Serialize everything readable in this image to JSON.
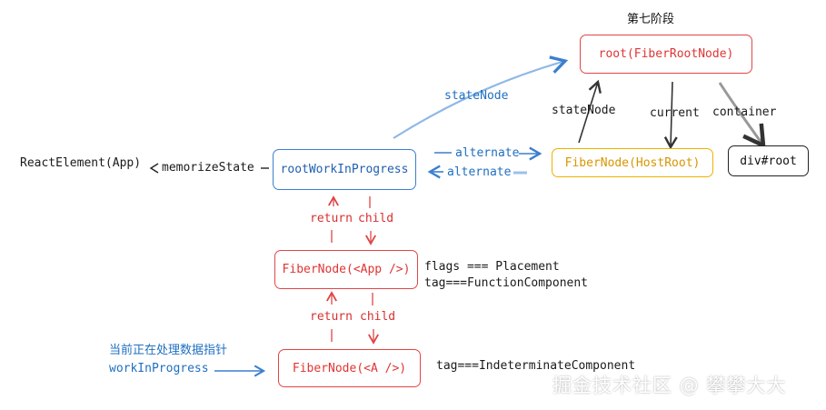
{
  "stage_title": "第七阶段",
  "nodes": {
    "root": "root(FiberRootNode)",
    "host_root": "FiberNode(HostRoot)",
    "div_root": "div#root",
    "work_in_progress": "rootWorkInProgress",
    "app": "FiberNode(<App />)",
    "a": "FiberNode(<A />)",
    "react_element": "ReactElement(App)"
  },
  "edges": {
    "state_node_blue": "stateNode",
    "state_node": "stateNode",
    "current": "current",
    "container": "container",
    "alternate_top": "alternate",
    "alternate_bottom": "alternate",
    "memorize_state": "memorizeState",
    "return_1": "return",
    "child_1": "child",
    "return_2": "return",
    "child_2": "child"
  },
  "annotations": {
    "app_flags": "flags === Placement",
    "app_tag": "tag===FunctionComponent",
    "a_tag": "tag===IndeterminateComponent",
    "pointer_desc": "当前正在处理数据指针",
    "pointer_name": "workInProgress"
  },
  "watermark": "掘金技术社区 @ 攀攀大大",
  "colors": {
    "red": "#e04646",
    "blue": "#3b7fcf",
    "gold": "#f0b000",
    "black": "#222222"
  }
}
